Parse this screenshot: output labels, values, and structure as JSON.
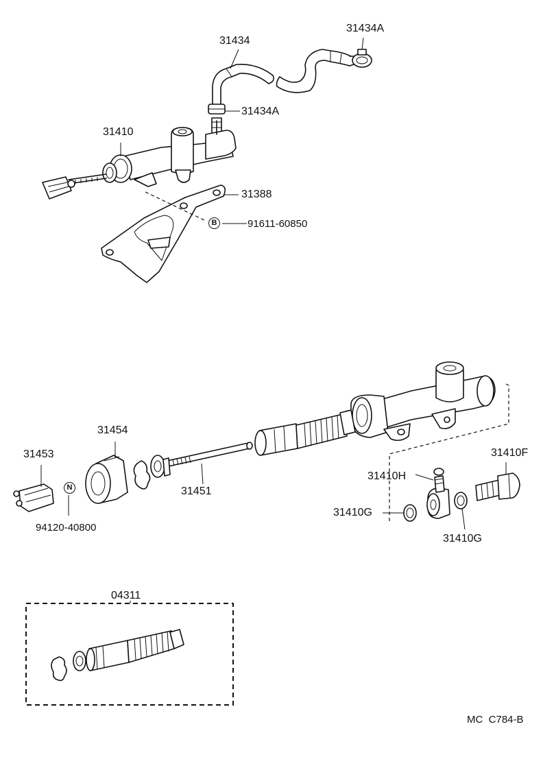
{
  "diagram": {
    "part_labels": {
      "hose": "31434",
      "hose_clamp_top": "31434A",
      "hose_clamp_mid": "31434A",
      "master_cylinder_assy": "31410",
      "bracket": "31388",
      "bolt": "91611-60850",
      "clevis": "31453",
      "boot": "31454",
      "push_rod": "31451",
      "nut": "94120-40800",
      "union_bolt": "31410F",
      "union": "31410H",
      "gasket_left": "31410G",
      "gasket_right": "31410G",
      "repair_kit": "04311"
    },
    "symbols": {
      "bolt_symbol": "B",
      "nut_symbol": "N"
    },
    "drawing_code": "MC  C784-B"
  }
}
